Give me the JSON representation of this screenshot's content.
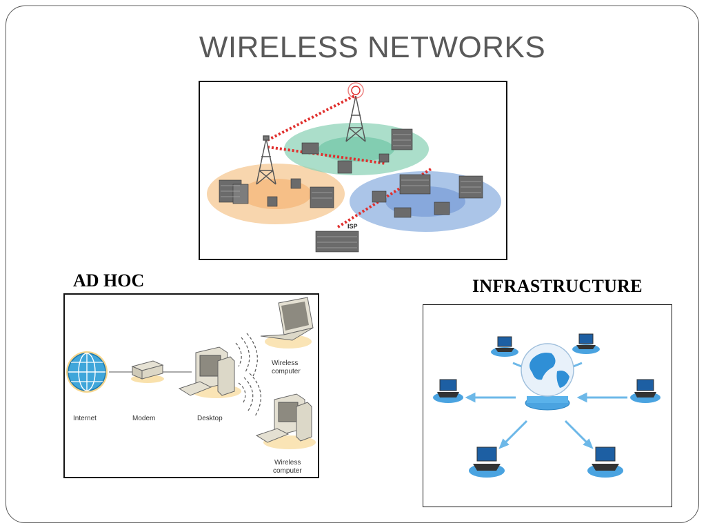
{
  "slide": {
    "title": "WIRELESS NETWORKS"
  },
  "sections": {
    "adhoc_label": "AD HOC",
    "infrastructure_label": "INFRASTRUCTURE"
  },
  "top_diagram": {
    "isp_label": "ISP"
  },
  "adhoc_diagram": {
    "internet_label": "Internet",
    "modem_label": "Modem",
    "desktop_label": "Desktop",
    "wireless_computer_1_line1": "Wireless",
    "wireless_computer_1_line2": "computer",
    "wireless_computer_2_line1": "Wireless",
    "wireless_computer_2_line2": "computer"
  },
  "colors": {
    "zone_orange": "#f6c893",
    "zone_green": "#8fd3b8",
    "zone_blue": "#8fb1e0",
    "signal_red": "#e0302e",
    "globe_blue": "#2f8fd6",
    "infra_arrow": "#6db8e8"
  }
}
